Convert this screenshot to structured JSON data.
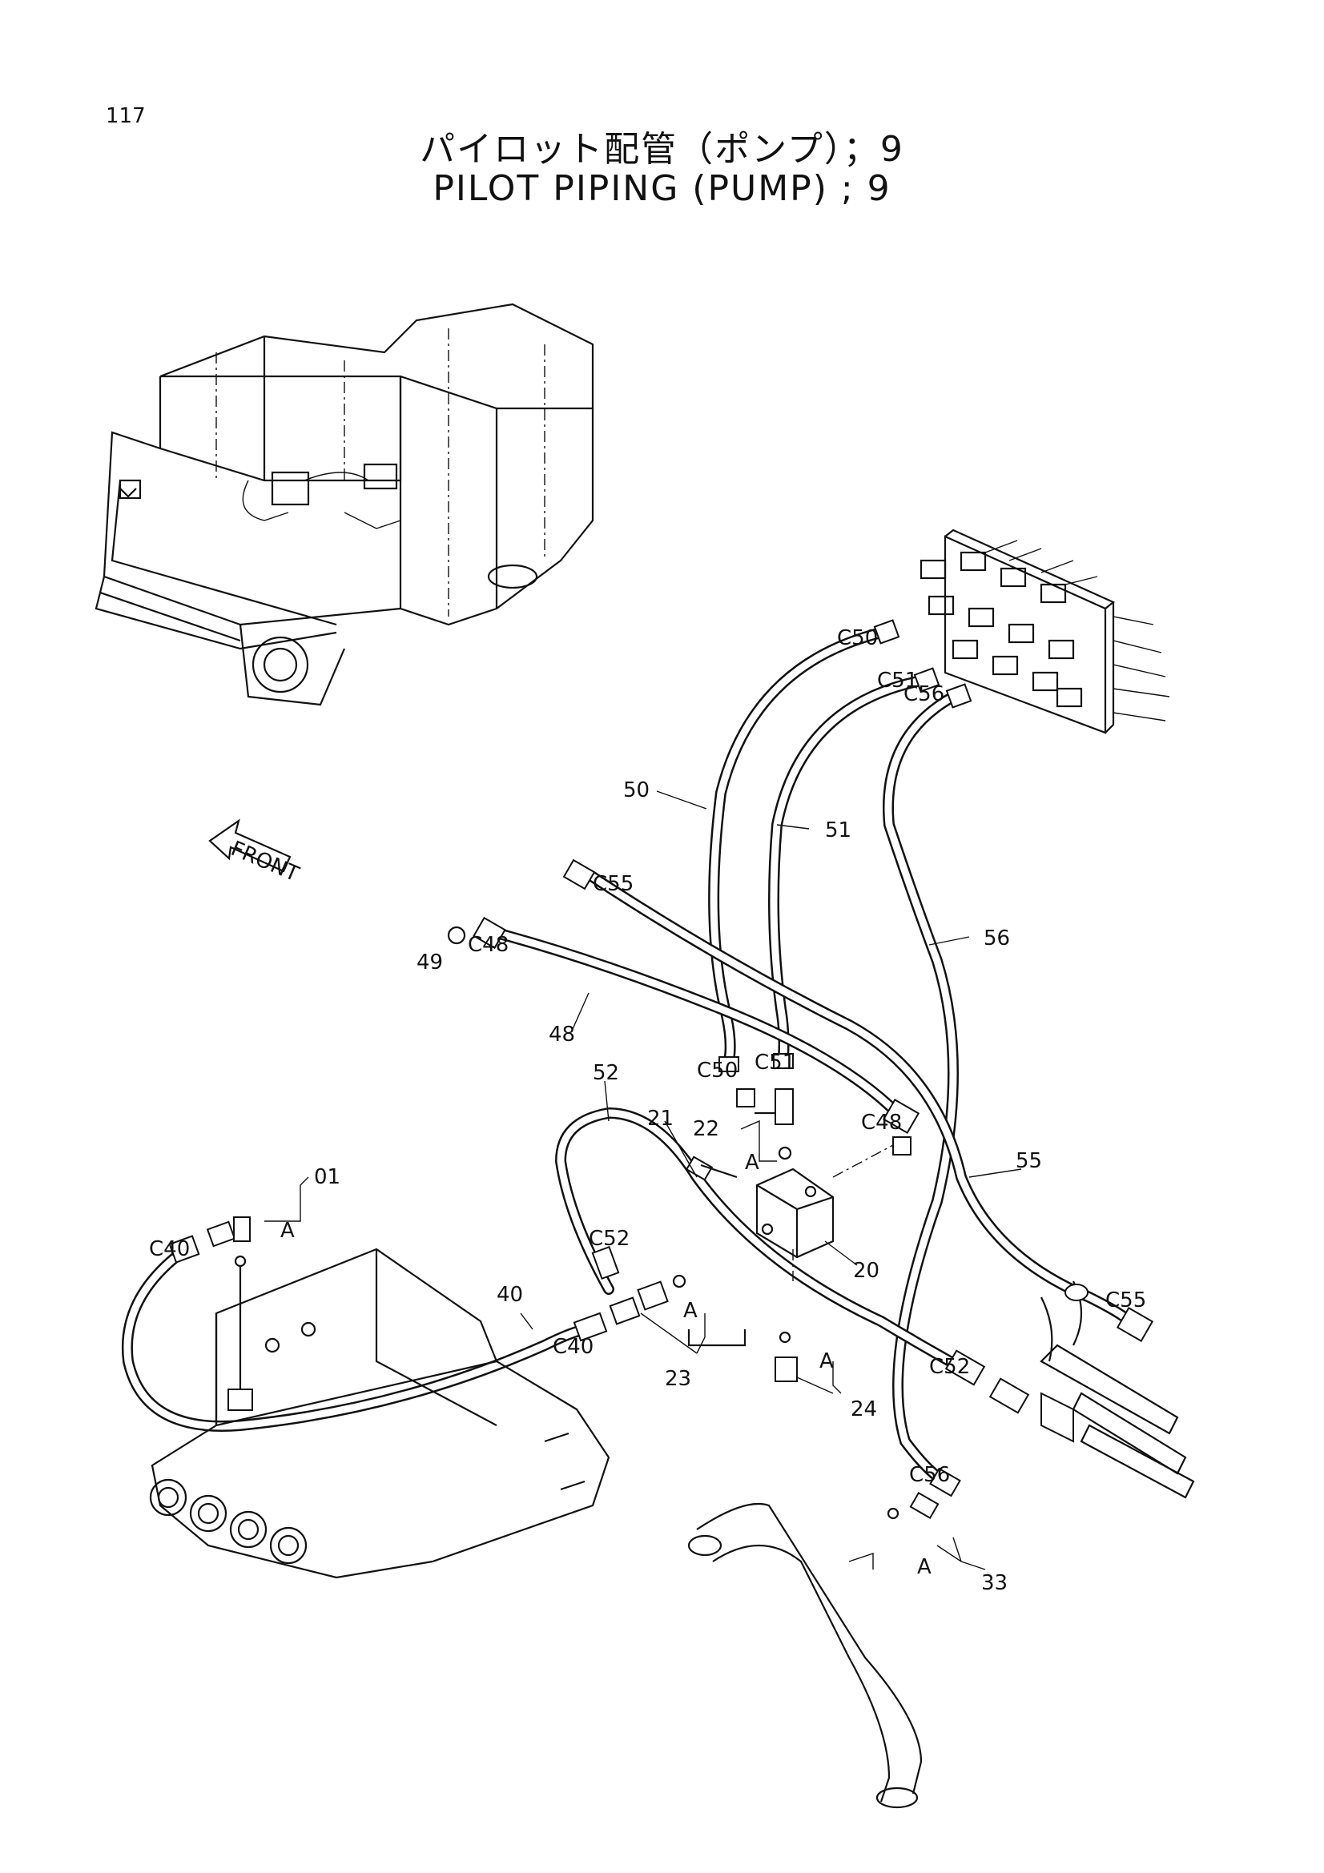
{
  "page": {
    "number": "117"
  },
  "title": {
    "japanese": "パイロット配管（ポンプ）；9",
    "english": "PILOT PIPING (PUMP) ; 9"
  },
  "front_arrow": {
    "label": "FRONT"
  },
  "callouts": {
    "c01": "01",
    "c20": "20",
    "c21": "21",
    "c22": "22",
    "c23": "23",
    "c24": "24",
    "c33": "33",
    "c40": "40",
    "c48": "48",
    "c49": "49",
    "c50": "50",
    "c51": "51",
    "c52": "52",
    "c55": "55",
    "c56": "56"
  },
  "connections": {
    "C40_a": "C40",
    "C40_b": "C40",
    "C48_a": "C48",
    "C48_b": "C48",
    "C50_a": "C50",
    "C50_b": "C50",
    "C51_a": "C51",
    "C51_b": "C51",
    "C52_a": "C52",
    "C52_b": "C52",
    "C55_a": "C55",
    "C55_b": "C55",
    "C56_a": "C56",
    "C56_b": "C56"
  },
  "reference_marks": {
    "a1": "A",
    "a2": "A",
    "a3": "A",
    "a4": "A",
    "a5": "A"
  }
}
